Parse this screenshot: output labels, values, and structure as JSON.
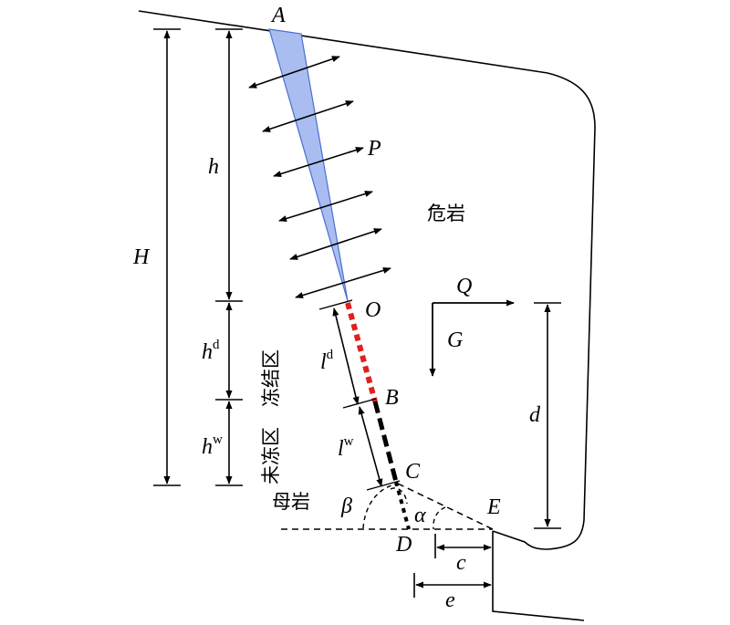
{
  "colors": {
    "wedge_fill": "#a9bdf0",
    "wedge_stroke": "#4a6fd1",
    "frozen_segment": "#e0201c",
    "line": "#000000"
  },
  "labels": {
    "A": "A",
    "P": "P",
    "O": "O",
    "B": "B",
    "C": "C",
    "D": "D",
    "E": "E",
    "h": "h",
    "H": "H",
    "hd_base": "h",
    "hd_sup": "d",
    "hw_base": "h",
    "hw_sup": "w",
    "ld_base": "l",
    "ld_sup": "d",
    "lw_base": "l",
    "lw_sup": "w",
    "d": "d",
    "c": "c",
    "e": "e",
    "Q": "Q",
    "G": "G",
    "alpha": "α",
    "beta": "β",
    "dangerous_rock": "危岩",
    "frozen_zone": "冻结区",
    "unfrozen_zone": "未冻区",
    "mother_rock": "母岩"
  }
}
